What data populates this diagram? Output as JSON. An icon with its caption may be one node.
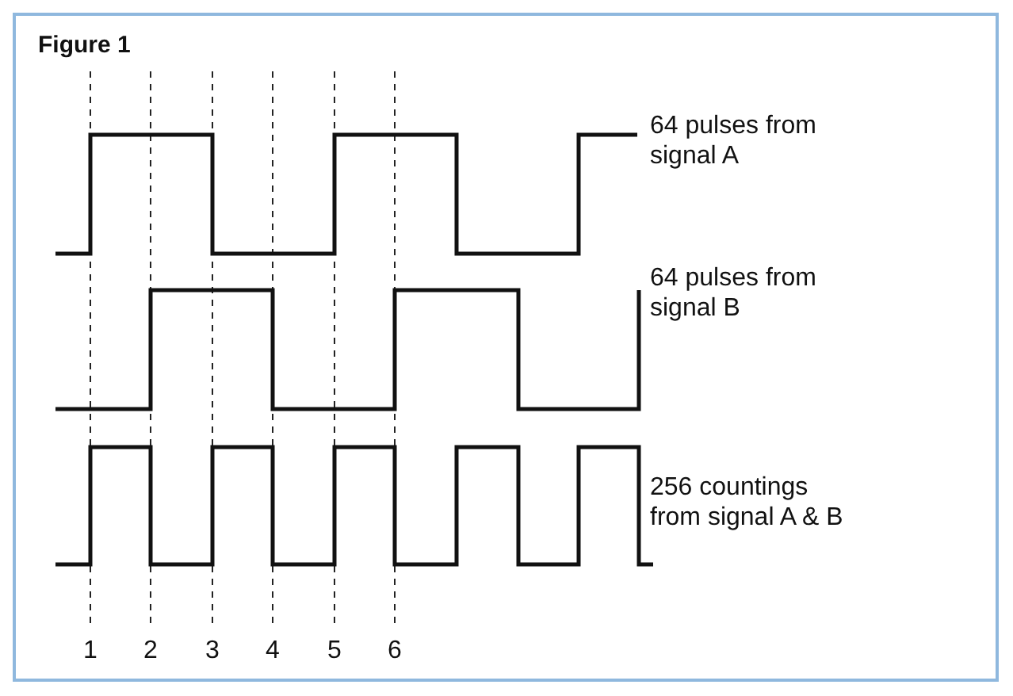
{
  "diagram": {
    "title": "Figure 1",
    "labels": [
      "64 pulses from signal A",
      "64 pulses from signal B",
      "256 countings from signal A & B",
      "1",
      "2",
      "3",
      "4",
      "5",
      "6"
    ]
  }
}
